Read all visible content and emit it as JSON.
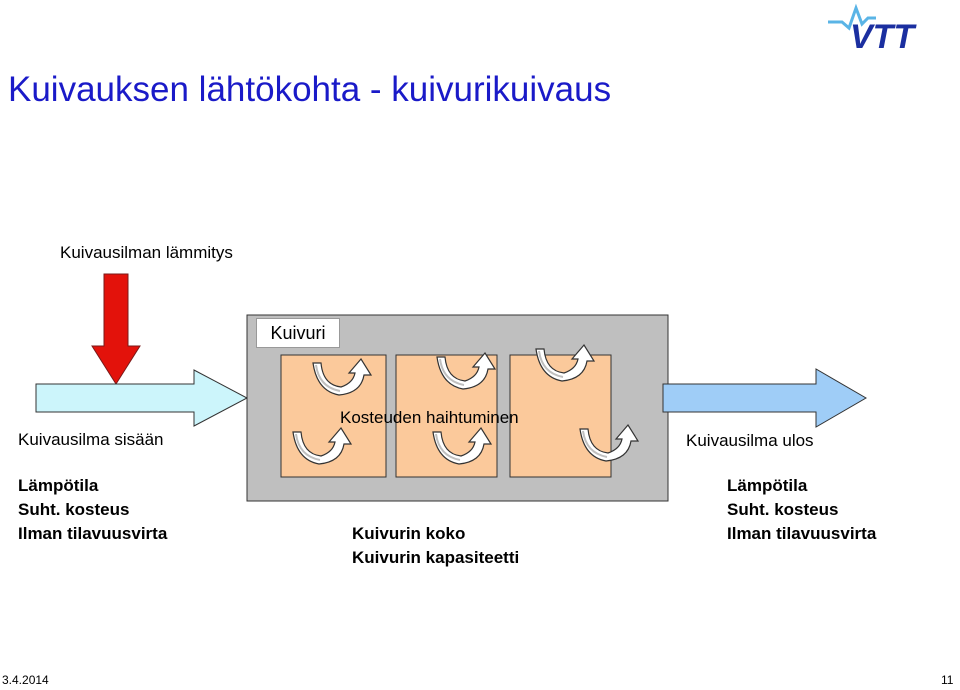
{
  "slide": {
    "title": "Kuivauksen lähtökohta - kuivurikuivaus",
    "date": "3.4.2014",
    "page_number": "11"
  },
  "logo": {
    "text": "VTT",
    "color": "#1b2fa0"
  },
  "heating": {
    "label": "Kuivausilman lämmitys",
    "arrow_color": "#e3120b"
  },
  "dryer": {
    "box_label": "Kuivuri",
    "evaporation_label": "Kosteuden haihtuminen",
    "properties": [
      "Kuivurin koko",
      "Kuivurin kapasiteetti"
    ],
    "cell_color": "#fbc99b",
    "frame_color": "#bfbfbf"
  },
  "air_in": {
    "label": "Kuivausilma sisään",
    "properties": [
      "Lämpötila",
      "Suht. kosteus",
      "Ilman tilavuusvirta"
    ],
    "arrow_color": "#ccf5fb"
  },
  "air_out": {
    "label": "Kuivausilma ulos",
    "properties": [
      "Lämpötila",
      "Suht. kosteus",
      "Ilman tilavuusvirta"
    ],
    "arrow_color": "#9fcdf7"
  }
}
